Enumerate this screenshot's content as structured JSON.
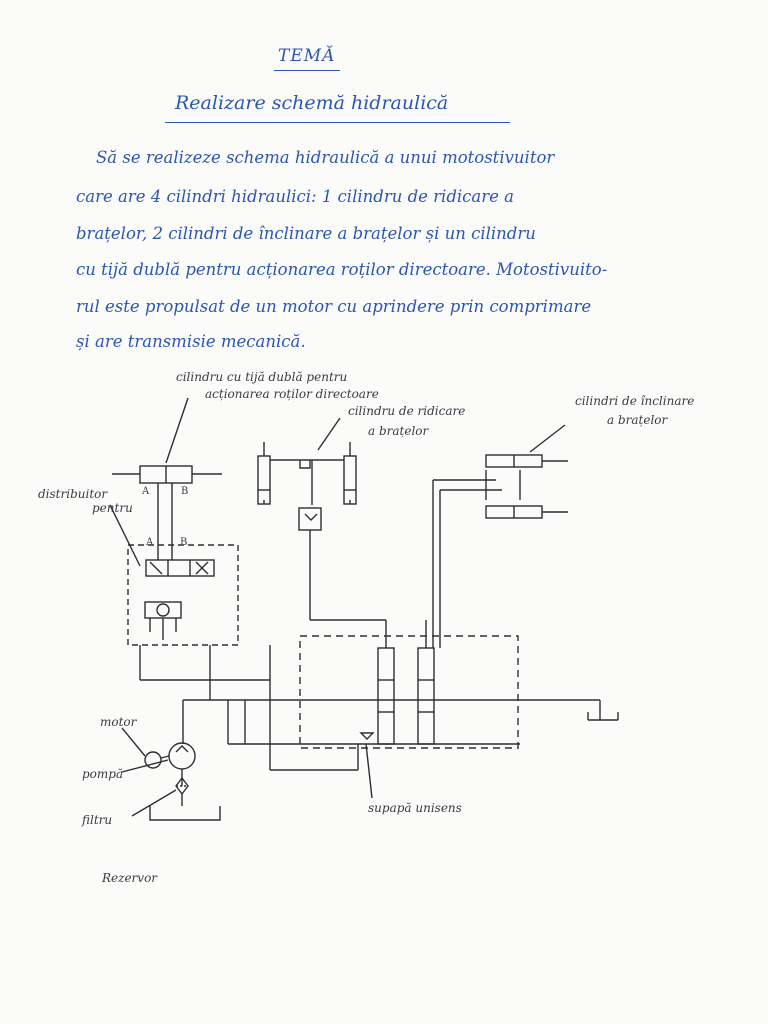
{
  "header": {
    "title": "TEMĂ",
    "subtitle": "Realizare schemă hidraulică"
  },
  "body": {
    "lines": [
      "Să se realizeze schema hidraulică a unui motostivuitor",
      "care are 4 cilindri hidraulici: 1 cilindru de ridicare a",
      "brațelor, 2 cilindri de înclinare a brațelor și un cilindru",
      "cu tijă dublă pentru acționarea roților directoare. Motostivuito-",
      "rul este propulsat de un motor cu aprindere prin comprimare",
      "și are transmisie mecanică."
    ]
  },
  "labels": {
    "steering_cylinder": [
      "cilindru cu tijă dublă pentru",
      "acționarea roților directoare"
    ],
    "lift_cylinder": [
      "cilindru de ridicare",
      "a brațelor"
    ],
    "tilt_cylinders": [
      "cilindri de înclinare",
      "a brațelor"
    ],
    "steering_distributor": [
      "distribuitor",
      "pentru"
    ],
    "motor": "motor",
    "pump": "pompă",
    "filter": "filtru",
    "reservoir": "Rezervor",
    "check_valve": "supapă unisens",
    "port_a": "A",
    "port_b": "B"
  }
}
